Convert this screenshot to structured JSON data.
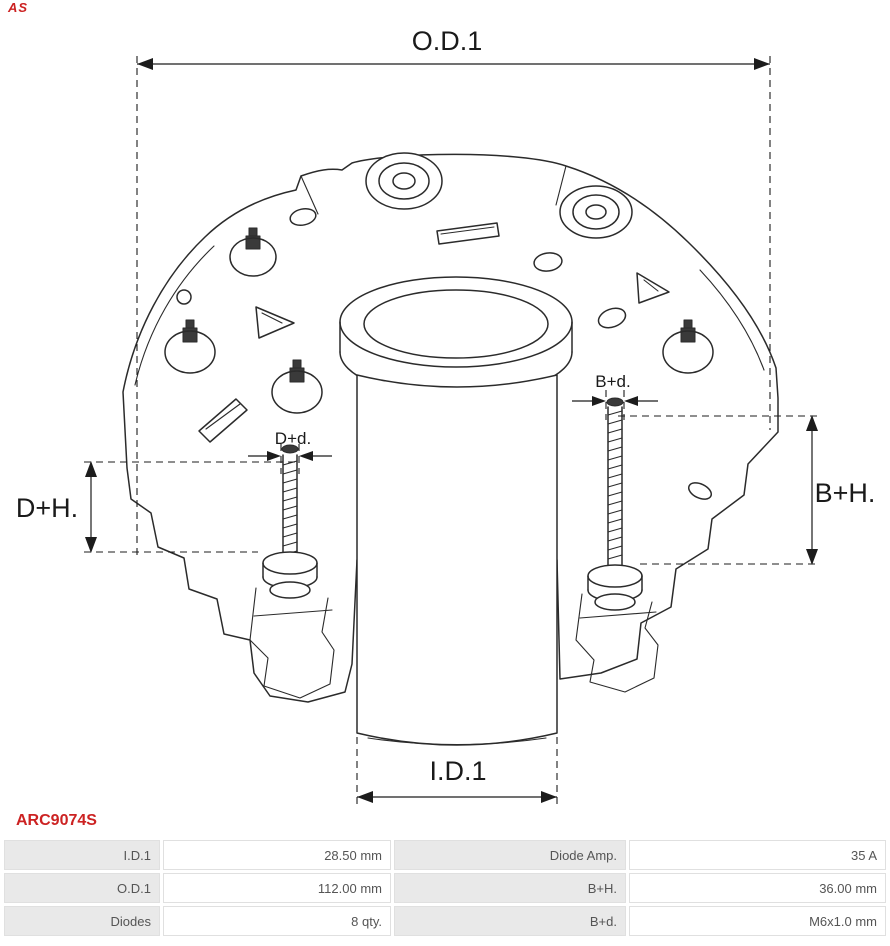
{
  "logo": {
    "text": "AS"
  },
  "part_number": "ARC9074S",
  "diagram": {
    "labels": {
      "od1": "O.D.1",
      "id1": "I.D.1",
      "dh": "D+H.",
      "bh": "B+H.",
      "dd": "D+d.",
      "bd": "B+d."
    }
  },
  "colors": {
    "accent_red": "#cc2222",
    "drawing_stroke": "#2b2b2b",
    "table_label_bg": "#e9e9e9",
    "table_border": "#e0e0e0",
    "table_text": "#555555"
  },
  "table": {
    "rows": [
      {
        "left_label": "I.D.1",
        "left_value": "28.50 mm",
        "right_label": "Diode Amp.",
        "right_value": "35 A"
      },
      {
        "left_label": "O.D.1",
        "left_value": "112.00 mm",
        "right_label": "B+H.",
        "right_value": "36.00 mm"
      },
      {
        "left_label": "Diodes",
        "left_value": "8 qty.",
        "right_label": "B+d.",
        "right_value": "M6x1.0 mm"
      }
    ]
  }
}
